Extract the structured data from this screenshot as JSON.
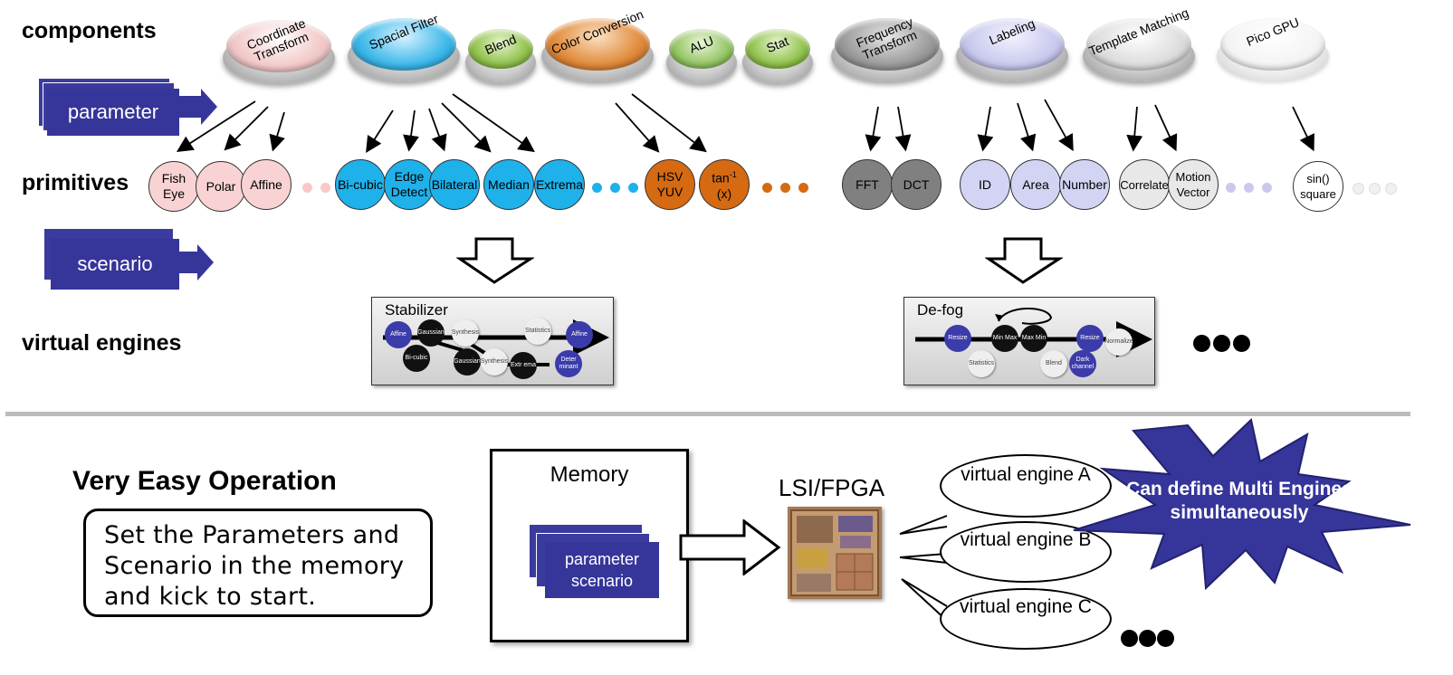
{
  "labels": {
    "components": "components",
    "primitives": "primitives",
    "virtual_engines": "virtual engines",
    "parameter": "parameter",
    "scenario": "scenario"
  },
  "components": [
    {
      "name": "Coordinate Transform",
      "color": "#f2c8c8"
    },
    {
      "name": "Spacial Filter",
      "color": "#3db8ea"
    },
    {
      "name": "Blend",
      "color": "#8fc14a"
    },
    {
      "name": "Color Conversion",
      "color": "#e08a3a"
    },
    {
      "name": "ALU",
      "color": "#93c463"
    },
    {
      "name": "Stat",
      "color": "#8fc14a"
    },
    {
      "name": "Frequency Transform",
      "color": "#9a9a9a"
    },
    {
      "name": "Labeling",
      "color": "#c9c9ee"
    },
    {
      "name": "Template Matching",
      "color": "#dcdcdc"
    },
    {
      "name": "Pico GPU",
      "color": "#f4f4f4"
    }
  ],
  "primitives": {
    "coord": [
      "Fish Eye",
      "Polar",
      "Affine"
    ],
    "filter": [
      "Bi-cubic",
      "Edge Detect",
      "Bilateral",
      "Median",
      "Extrema"
    ],
    "color": [
      "HSV YUV",
      "tan-1 (x)"
    ],
    "freq": [
      "FFT",
      "DCT"
    ],
    "label": [
      "ID",
      "Area",
      "Number"
    ],
    "template": [
      "Correlate",
      "Motion Vector"
    ],
    "gpu": [
      "sin() square"
    ],
    "tan_sup": "-1"
  },
  "engines": {
    "stabilizer": {
      "title": "Stabilizer",
      "nodes": [
        "Affine",
        "Gaussian",
        "Synthesis",
        "Statistics",
        "Affine",
        "Bi-cubic",
        "Gaussian",
        "Synthesis",
        "Extr ema",
        "Deter minant"
      ]
    },
    "defog": {
      "title": "De-fog",
      "nodes": [
        "Resize",
        "Min Max",
        "Max Min",
        "Resize",
        "Normalize",
        "Statistics",
        "Blend",
        "Dark channel"
      ]
    }
  },
  "bottom": {
    "heading": "Very Easy Operation",
    "instruction": "Set the Parameters and Scenario in the memory and kick to start.",
    "memory_title": "Memory",
    "memory_card_line1": "parameter",
    "memory_card_line2": "scenario",
    "chip_label": "LSI/FPGA",
    "bubbles": [
      "virtual engine A",
      "virtual engine B",
      "virtual engine C"
    ],
    "starburst": "Can define Multi Engines simultaneously"
  },
  "colors": {
    "navy": "#35359a",
    "pink": "#f9d3d3",
    "cyan": "#1fb1ea",
    "orange": "#d56a12",
    "gray": "#808080",
    "lavender": "#d3d3f3",
    "lightgray": "#e8e8e8"
  }
}
